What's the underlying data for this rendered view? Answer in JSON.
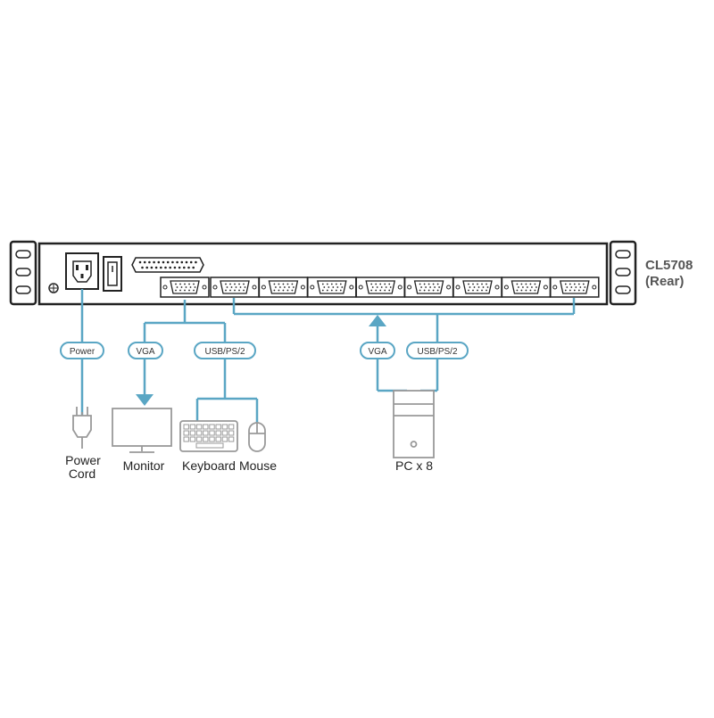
{
  "model": {
    "name": "CL5708",
    "view": "(Rear)"
  },
  "connectors": {
    "power": "Power",
    "vga_console": "VGA",
    "usb_console": "USB/PS/2",
    "vga_pc": "VGA",
    "usb_pc": "USB/PS/2"
  },
  "devices": {
    "power_cord_line1": "Power",
    "power_cord_line2": "Cord",
    "monitor": "Monitor",
    "keyboard": "Keyboard",
    "mouse": "Mouse",
    "pc": "PC x 8"
  },
  "colors": {
    "cable": "#5aa6c4",
    "outline": "#222222",
    "device": "#999999"
  },
  "pc_port_count": 8
}
